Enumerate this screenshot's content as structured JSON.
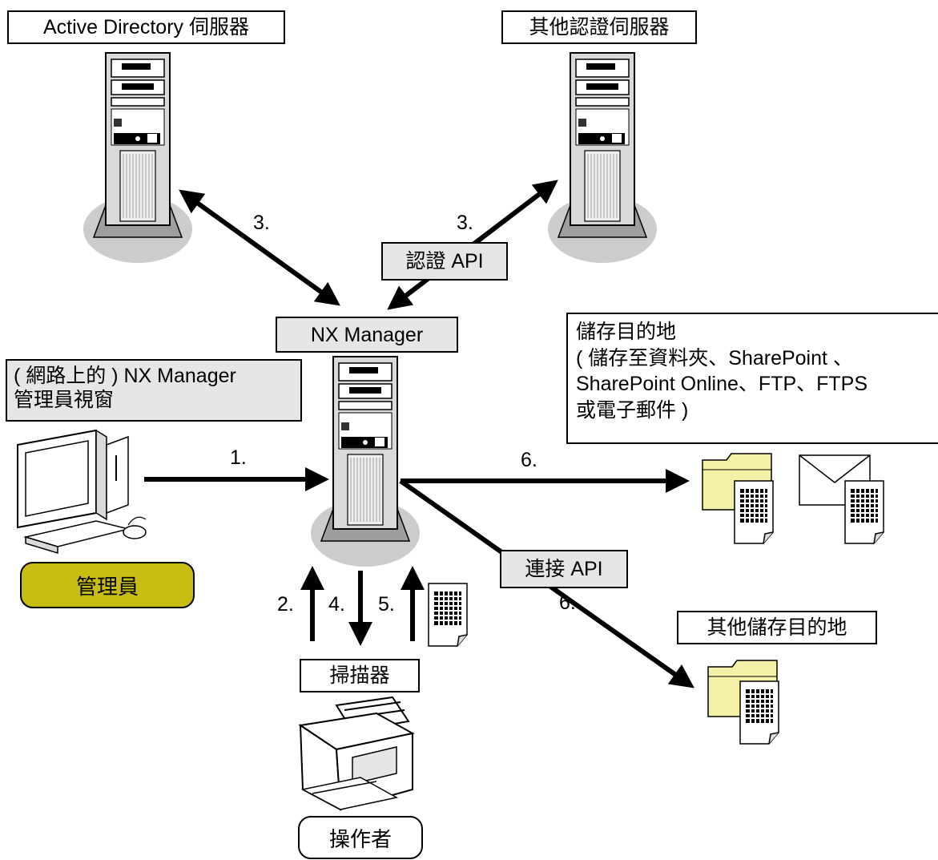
{
  "labels": {
    "ad_server": "Active Directory 伺服器",
    "other_auth_server": "其他認證伺服器",
    "auth_api": "認證 API",
    "nx_manager": "NX Manager",
    "admin_window_line1": "( 網路上的 ) NX Manager",
    "admin_window_line2": "管理員視窗",
    "dest_line1": "儲存目的地",
    "dest_line2": "( 儲存至資料夾、SharePoint 、",
    "dest_line3": "SharePoint Online、FTP、FTPS",
    "dest_line4": "或電子郵件 )",
    "connect_api": "連接 API",
    "other_dest": "其他儲存目的地",
    "scanner": "掃描器",
    "admin_role": "管理員",
    "operator_role": "操作者"
  },
  "steps": {
    "s1": "1.",
    "s2": "2.",
    "s3a": "3.",
    "s3b": "3.",
    "s4": "4.",
    "s5": "5.",
    "s6a": "6.",
    "s6b": "6."
  },
  "colors": {
    "admin_pill": "#c8bd12",
    "label_grey": "#e6e6e6",
    "folder": "#f5f0a8",
    "shadow": "#cccccc",
    "server_body": "#d9d9d9"
  }
}
